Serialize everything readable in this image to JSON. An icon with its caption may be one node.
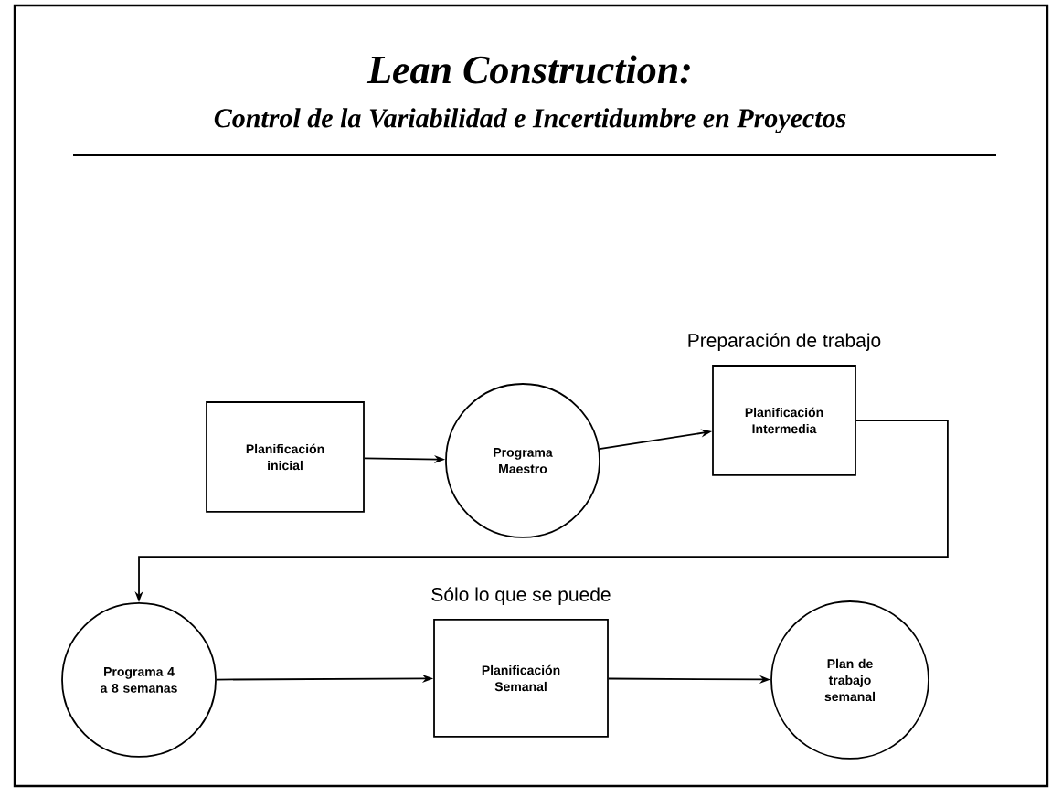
{
  "diagram": {
    "title": "Lean Construction:",
    "caption": "Control de la Variabilidad e Incertidumbre en Proyectos",
    "nodes": [
      {
        "text": [
          "Planificación inicial"
        ]
      },
      {
        "text": [
          "Programa Maestro"
        ]
      },
      {
        "text": [
          "Planificación Intermedia"
        ],
        "beside": [
          "Preparación de trabajo"
        ]
      },
      {
        "text": [
          "Programa 4 a 8 semanas"
        ]
      },
      {
        "text": [
          "Planificación Semanal"
        ],
        "beside": [
          "Sólo lo que se puede"
        ]
      },
      {
        "text": [
          "Plan de trabajo semanal"
        ]
      }
    ],
    "edges": [
      {
        "from": 0,
        "to": 1,
        "arrow": "to"
      },
      {
        "from": 1,
        "to": 2,
        "arrow": "to"
      },
      {
        "from": 2,
        "to": 3,
        "arrow": "to"
      },
      {
        "from": 3,
        "to": 4,
        "arrow": "to"
      },
      {
        "from": 4,
        "to": 5,
        "arrow": "to"
      }
    ]
  }
}
